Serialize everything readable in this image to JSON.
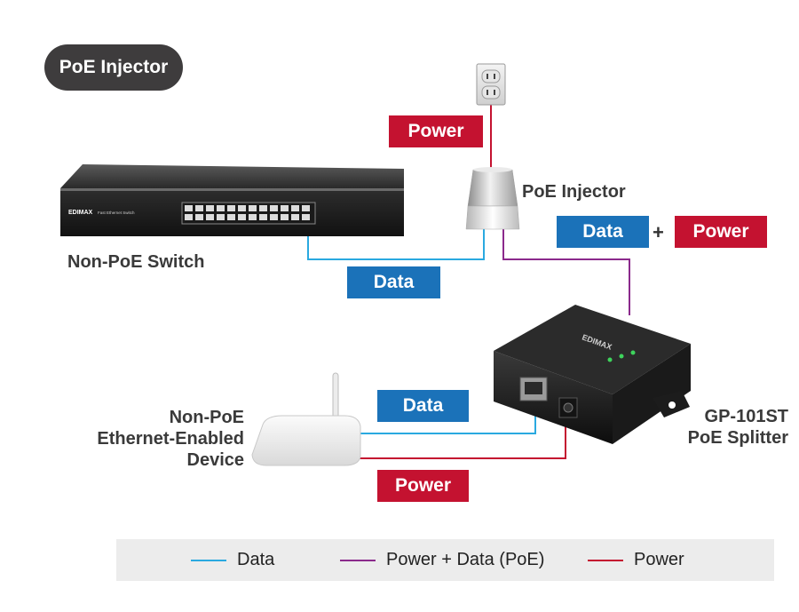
{
  "title": "PoE Injector",
  "labels": {
    "switch": "Non-PoE Switch",
    "injector": "PoE Injector",
    "device_line1": "Non-PoE",
    "device_line2": "Ethernet-Enabled",
    "device_line3": "Device",
    "splitter_line1": "GP-101ST",
    "splitter_line2": "PoE Splitter",
    "plus": "+"
  },
  "badges": {
    "power_top": "Power",
    "data_switch": "Data",
    "data_combo": "Data",
    "power_combo": "Power",
    "data_device": "Data",
    "power_device": "Power"
  },
  "device_brand": {
    "switch_brand": "EDIMAX",
    "switch_model": "Fast Ethernet Switch",
    "splitter_brand": "EDIMAX"
  },
  "legend": {
    "items": [
      {
        "label": "Data",
        "color": "#2aa9e0"
      },
      {
        "label": "Power + Data (PoE)",
        "color": "#8b2a8c"
      },
      {
        "label": "Power",
        "color": "#c41230"
      }
    ]
  },
  "colors": {
    "data": "#2aa9e0",
    "poe": "#8b2a8c",
    "power": "#c41230",
    "badge_blue": "#1b72b9",
    "badge_red": "#c41230",
    "pill": "#3e3c3d"
  }
}
